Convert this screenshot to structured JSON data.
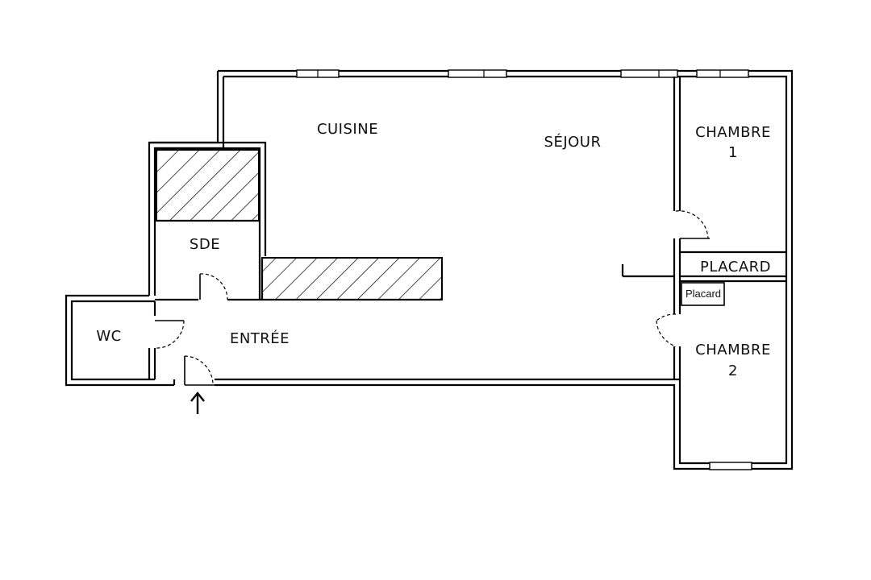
{
  "rooms": {
    "cuisine": "CUISINE",
    "sejour": "SÉJOUR",
    "chambre1_line1": "CHAMBRE",
    "chambre1_line2": "1",
    "sde": "SDE",
    "placard_large": "PLACARD",
    "placard_small": "Placard",
    "wc": "WC",
    "entree": "ENTRÉE",
    "chambre2_line1": "CHAMBRE",
    "chambre2_line2": "2"
  },
  "icons": {
    "entrance": "arrow-up-icon"
  }
}
